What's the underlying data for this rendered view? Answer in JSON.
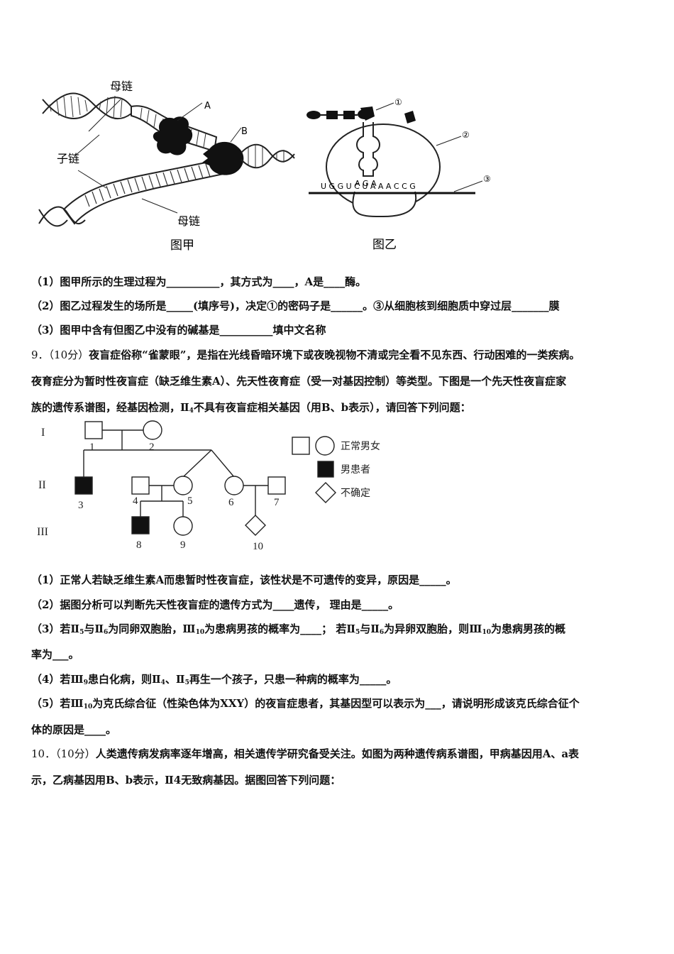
{
  "figure_jia": {
    "label_mu1": "母链",
    "label_zi": "子链",
    "label_mu2": "母链",
    "label_A": "A",
    "label_B": "B",
    "caption": "图甲"
  },
  "figure_yi": {
    "marker1": "①",
    "marker2": "②",
    "marker3": "③",
    "anticodon": "A G A",
    "mrna": "U G G U C U A A A C C G",
    "caption": "图乙"
  },
  "q8": {
    "l1": "（1）图甲所示的生理过程为__________，其方式为____，A是____酶。",
    "l2": "（2）图乙过程发生的场所是_____(填序号)，决定①的密码子是______。③从细胞核到细胞质中穿过层_______膜",
    "l3": "（3）图甲中含有但图乙中没有的碱基是__________填中文名称"
  },
  "q9": {
    "num": "9．（10分）",
    "l1": "夜盲症俗称“雀蒙眼”，是指在光线昏暗环境下或夜晚视物不清或完全看不见东西、行动困难的一类疾病。",
    "l2": " 夜育症分为暂时性夜盲症（缺乏维生素A）、先天性夜育症（受一对基因控制）等类型。下图是一个先天性夜盲症家",
    "l3a": "族的遗传系谱图，经基因检测，Ⅱ",
    "l3sub": "4",
    "l3b": "不具有夜盲症相关基因（用B、b表示），请回答下列问题：",
    "pedigree": {
      "gen1": "I",
      "gen2": "II",
      "gen3": "III",
      "n1": "1",
      "n2": "2",
      "n3": "3",
      "n4": "4",
      "n5": "5",
      "n6": "6",
      "n7": "7",
      "n8": "8",
      "n9": "9",
      "n10": "10",
      "legend_normal": "正常男女",
      "legend_affected": "男患者",
      "legend_uncertain": "不确定"
    },
    "s1": "（1）正常人若缺乏维生素A而患暂时性夜盲症，该性状是不可遗传的变异，原因是_____。",
    "s2": "（2）据图分析可以判断先天性夜盲症的遗传方式为____遗传， 理由是_____。",
    "s3a": "（3）若Ⅱ",
    "s3b": "与Ⅱ",
    "s3c": "为同卵双胞胎，Ⅲ",
    "s3d": "为患病男孩的概率为____； 若Ⅱ",
    "s3e": "与Ⅱ",
    "s3f": "为异卵双胞胎，则Ⅲ",
    "s3g": "为患病男孩的概",
    "s3h": "率为___。",
    "s4a": "（4）若Ⅲ",
    "s4b": "患白化病，则Ⅱ",
    "s4c": "、Ⅱ",
    "s4d": "再生一个孩子，只患一种病的概率为_____。",
    "s5a": "（5）若Ⅲ",
    "s5b": "为克氏综合征（性染色体为XXY）的夜盲症患者，其基因型可以表示为___，请说明形成该克氏综合征个",
    "s5c": "体的原因是____。",
    "sub5": "5",
    "sub6": "6",
    "sub10": "10",
    "sub9": "9",
    "sub4": "4"
  },
  "q10": {
    "num": "10．（10分）",
    "l1": "人类遗传病发病率逐年增高，相关遗传学研究备受关注。如图为两种遗传病系谱图，甲病基因用A、a表",
    "l2": "示，乙病基因用B、b表示，Ⅱ4无致病基因。据图回答下列问题："
  }
}
